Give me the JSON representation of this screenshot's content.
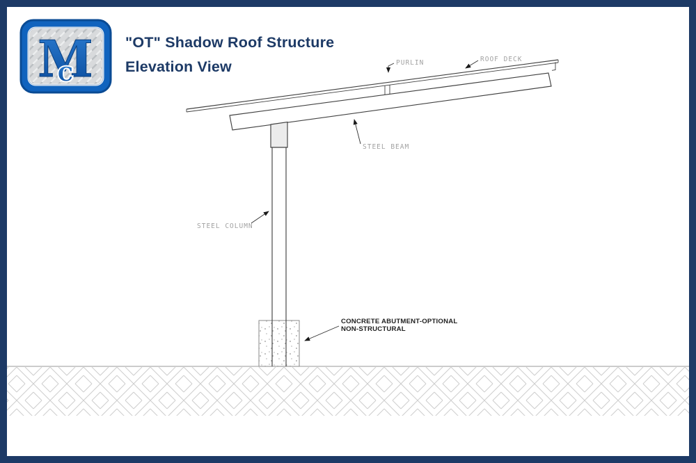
{
  "header": {
    "logo": {
      "letter_main": "M",
      "letter_sub": "C"
    },
    "title_line1": "\"OT\" Shadow Roof Structure",
    "title_line2": "Elevation View"
  },
  "drawing": {
    "labels": {
      "purlin": "PURLIN",
      "roof_deck": "ROOF DECK",
      "steel_beam": "STEEL BEAM",
      "steel_column": "STEEL COLUMN",
      "abutment_line1": "CONCRETE ABUTMENT-OPTIONAL",
      "abutment_line2": "NON-STRUCTURAL"
    }
  },
  "colors": {
    "frame": "#1d3a66",
    "title": "#1d3a66",
    "logo-blue": "#1063be",
    "cad-line": "#414141",
    "cad-label": "#a2a2a2",
    "note-label": "#1f1f1f",
    "hatch": "#cdcdcd"
  }
}
